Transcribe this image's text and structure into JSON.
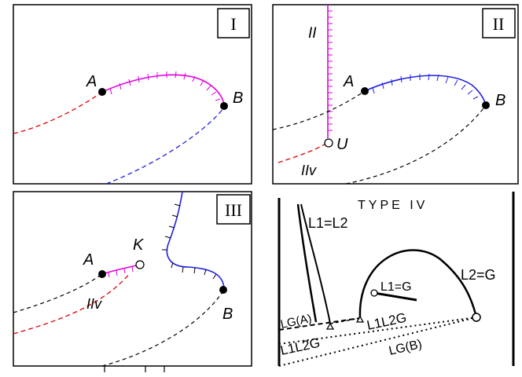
{
  "panels": {
    "p1": {
      "numeral": "I",
      "point_a": "A",
      "point_b": "B"
    },
    "p2": {
      "numeral": "II",
      "point_a": "A",
      "point_b": "B",
      "line_upper": "II",
      "line_lower": "IIv",
      "point_u": "U"
    },
    "p3": {
      "numeral": "III",
      "point_a": "A",
      "point_b": "B",
      "point_k": "K",
      "line_lower": "IIv"
    },
    "p4": {
      "title": "TYPE IV",
      "l1l2": "L1=L2",
      "l1g": "L1=G",
      "l2g": "L2=G",
      "lga": "LG(A)",
      "l1l2g_left": "L1L2G",
      "l1l2g_mid": "L1L2G",
      "lgb": "LG(B)"
    }
  },
  "colors": {
    "magenta": "#e000e0",
    "blue": "#2020e0",
    "red": "#e00000",
    "black": "#000000"
  }
}
